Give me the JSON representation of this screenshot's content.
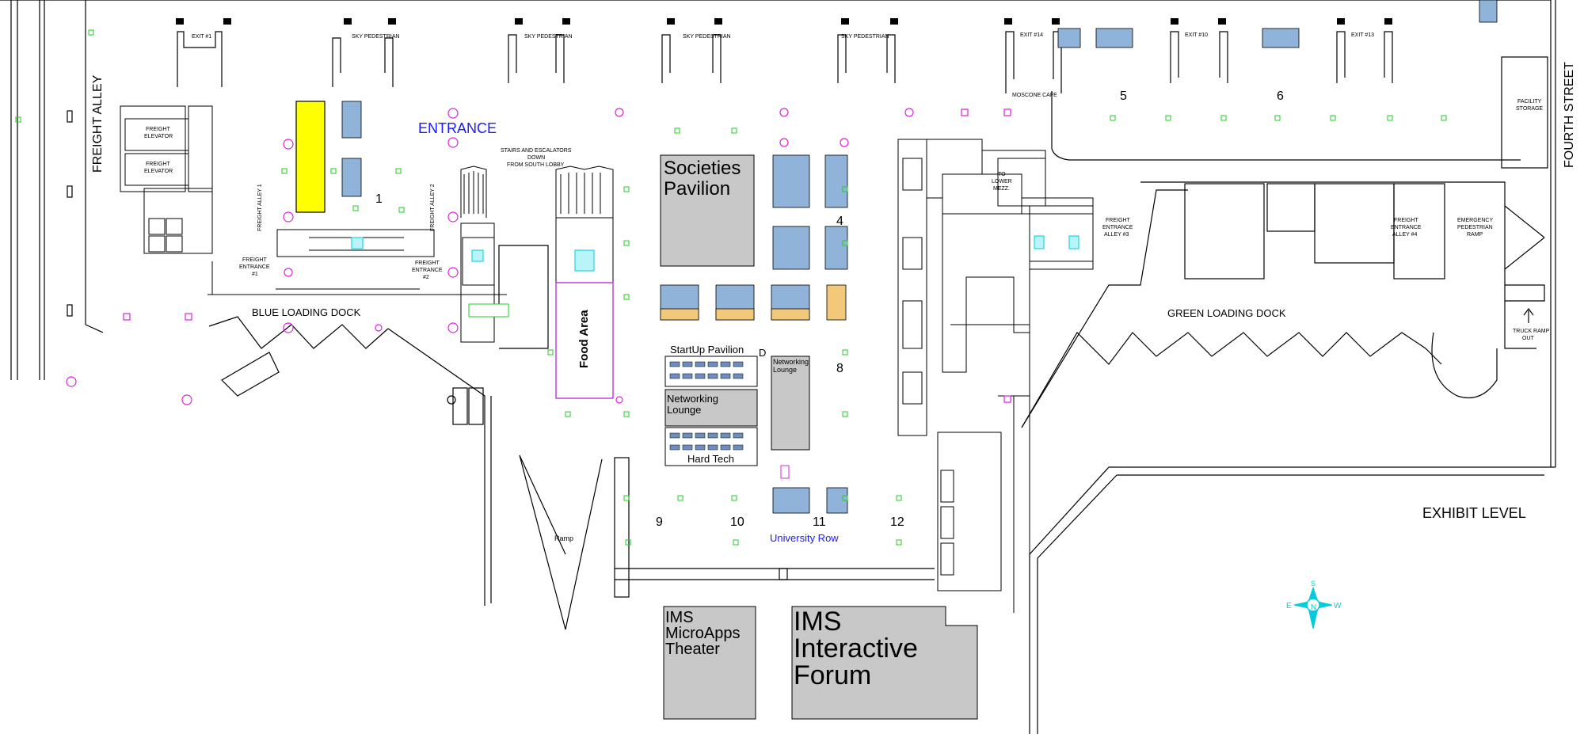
{
  "map": {
    "level_label": "EXHIBIT LEVEL",
    "streets": {
      "west": "FREIGHT ALLEY",
      "east": "FOURTH STREET"
    },
    "entrance": "ENTRANCE",
    "stairs_note": [
      "STAIRS AND ESCALATORS",
      "DOWN",
      "FROM SOUTH LOBBY"
    ],
    "docks": {
      "blue": "BLUE LOADING DOCK",
      "green": "GREEN LOADING DOCK"
    },
    "ramp": "Ramp",
    "food_area": "Food Area",
    "zones": [
      "1",
      "4",
      "5",
      "6",
      "8",
      "9",
      "10",
      "11",
      "12"
    ],
    "marker_d": "D",
    "pavilions": {
      "societies": [
        "Societies",
        "Pavilion"
      ],
      "startup": "StartUp Pavilion",
      "networking_left": [
        "Networking",
        "Lounge"
      ],
      "networking_right": [
        "Networking",
        "Lounge"
      ],
      "hard_tech": "Hard Tech",
      "university_row": "University Row",
      "microapps": [
        "IMS",
        "MicroApps",
        "Theater"
      ],
      "interactive_forum": [
        "IMS",
        "Interactive",
        "Forum"
      ]
    },
    "small_labels": {
      "freight_entrance_1": [
        "FREIGHT",
        "ENTRANCE",
        "#1"
      ],
      "freight_entrance_2": [
        "FREIGHT",
        "ENTRANCE",
        "#2"
      ],
      "freight_entrance_alley_3": [
        "FREIGHT",
        "ENTRANCE",
        "ALLEY #3"
      ],
      "freight_entrance_alley_4": [
        "FREIGHT",
        "ENTRANCE",
        "ALLEY #4"
      ],
      "freight_alley_1": "FREIGHT ALLEY 1",
      "freight_alley_2": "FREIGHT ALLEY 2",
      "to_lower_mezz": [
        "TO",
        "LOWER",
        "MEZZ."
      ],
      "emergency_ramp": [
        "EMERGENCY",
        "PEDESTRIAN",
        "RAMP"
      ],
      "facility_storage": [
        "FACILITY",
        "STORAGE"
      ],
      "truck_ramp": [
        "TRUCK RAMP",
        "OUT"
      ],
      "moscone_cafe": "MOSCONE CAFE",
      "freight_elevator": [
        "FREIGHT",
        "ELEVATOR"
      ]
    },
    "compass": {
      "n": "N",
      "s": "S",
      "e": "E",
      "w": "W"
    },
    "colors": {
      "booth_blue": "#8fb3d9",
      "booth_tan": "#f2c97a",
      "pavilion_gray": "#c8c8c8",
      "highlight_yellow": "#ffff00",
      "marker_green": "#22cc22",
      "marker_magenta": "#e020e0",
      "compass_cyan": "#00ccdd",
      "food_outline": "#c040e0"
    }
  }
}
